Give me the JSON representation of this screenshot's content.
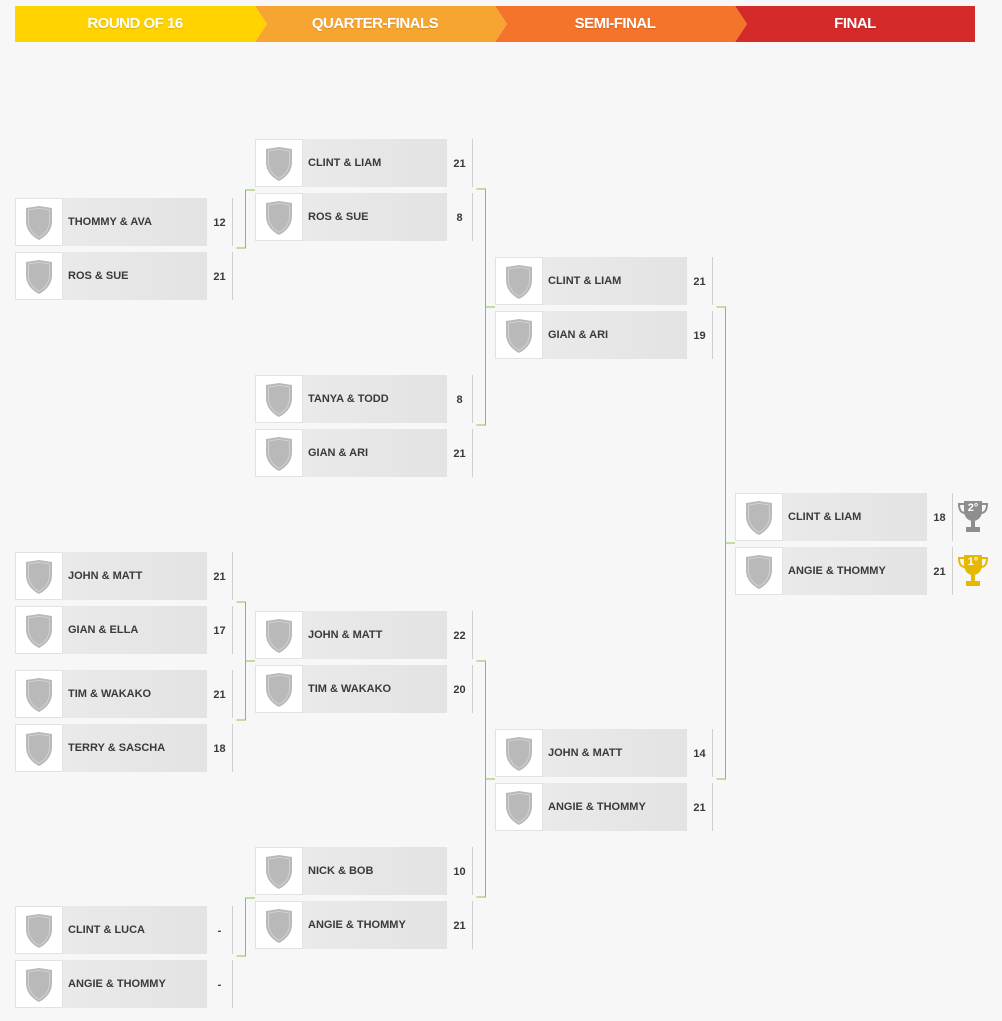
{
  "rounds": [
    {
      "label": "ROUND OF 16",
      "color": "#ffd200"
    },
    {
      "label": "QUARTER-FINALS",
      "color": "#f7a531"
    },
    {
      "label": "SEMI-FINAL",
      "color": "#f4742b"
    },
    {
      "label": "FINAL",
      "color": "#d52a2a"
    }
  ],
  "round_of_16": [
    {
      "teams": [
        {
          "name": "THOMMY & AVA",
          "score": "12"
        },
        {
          "name": "ROS & SUE",
          "score": "21"
        }
      ]
    },
    {
      "teams": [
        {
          "name": "JOHN & MATT",
          "score": "21"
        },
        {
          "name": "GIAN & ELLA",
          "score": "17"
        }
      ]
    },
    {
      "teams": [
        {
          "name": "TIM & WAKAKO",
          "score": "21"
        },
        {
          "name": "TERRY & SASCHA",
          "score": "18"
        }
      ]
    },
    {
      "teams": [
        {
          "name": "CLINT & LUCA",
          "score": "-"
        },
        {
          "name": "ANGIE & THOMMY",
          "score": "-"
        }
      ]
    }
  ],
  "quarter_finals": [
    {
      "teams": [
        {
          "name": "CLINT & LIAM",
          "score": "21"
        },
        {
          "name": "ROS & SUE",
          "score": "8"
        }
      ]
    },
    {
      "teams": [
        {
          "name": "TANYA & TODD",
          "score": "8"
        },
        {
          "name": "GIAN & ARI",
          "score": "21"
        }
      ]
    },
    {
      "teams": [
        {
          "name": "JOHN & MATT",
          "score": "22"
        },
        {
          "name": "TIM & WAKAKO",
          "score": "20"
        }
      ]
    },
    {
      "teams": [
        {
          "name": "NICK & BOB",
          "score": "10"
        },
        {
          "name": "ANGIE & THOMMY",
          "score": "21"
        }
      ]
    }
  ],
  "semi_finals": [
    {
      "teams": [
        {
          "name": "CLINT & LIAM",
          "score": "21"
        },
        {
          "name": "GIAN & ARI",
          "score": "19"
        }
      ]
    },
    {
      "teams": [
        {
          "name": "JOHN & MATT",
          "score": "14"
        },
        {
          "name": "ANGIE & THOMMY",
          "score": "21"
        }
      ]
    }
  ],
  "final": [
    {
      "teams": [
        {
          "name": "CLINT & LIAM",
          "score": "18"
        },
        {
          "name": "ANGIE & THOMMY",
          "score": "21"
        }
      ]
    }
  ],
  "placements": [
    {
      "label": "2°",
      "icon": "silver-trophy-icon",
      "color": "#8e8e8e"
    },
    {
      "label": "1°",
      "icon": "gold-trophy-icon",
      "color": "#e6b800"
    }
  ],
  "colors": {
    "connector": "#8bc34a",
    "shield": "#b9b9b9"
  }
}
